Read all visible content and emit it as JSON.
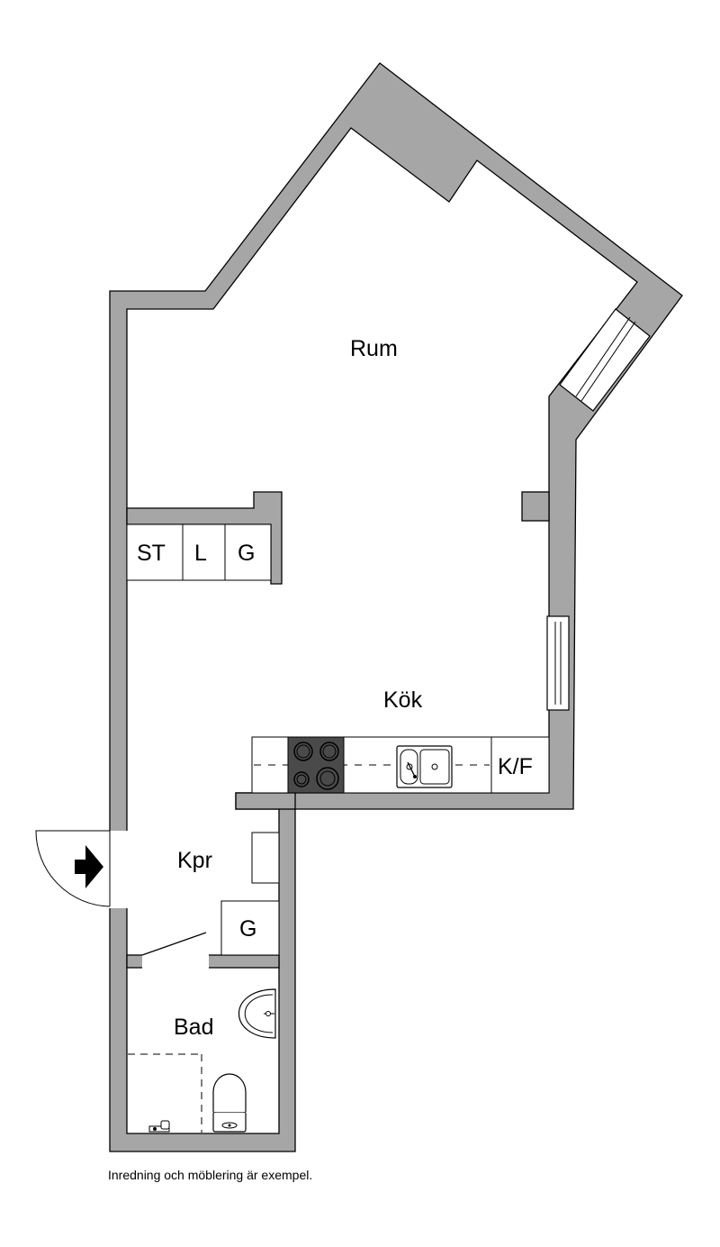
{
  "rooms": {
    "rum": "Rum",
    "kok": "Kök",
    "kpr": "Kpr",
    "bad": "Bad"
  },
  "closets": {
    "st": "ST",
    "l": "L",
    "g_upper": "G",
    "g_lower": "G"
  },
  "appliances": {
    "fridge_freezer": "K/F"
  },
  "footnote": "Inredning och möblering är exempel.",
  "colors": {
    "wall": "#a6a6a6",
    "wall_outline": "#000000",
    "floor": "#ffffff",
    "stove": "#4a4a4a"
  }
}
